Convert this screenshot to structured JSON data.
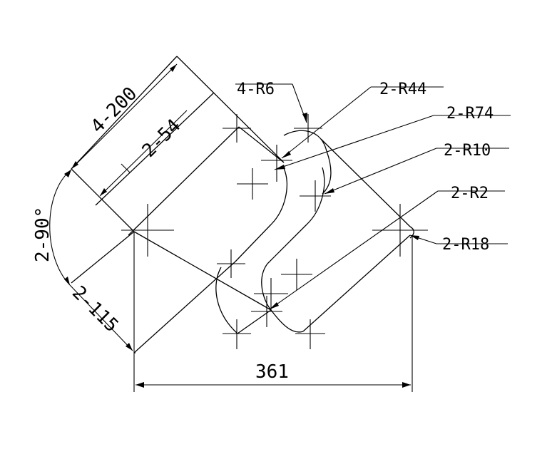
{
  "labels": {
    "r6": "4-R6",
    "r44": "2-R44",
    "r74": "2-R74",
    "r10": "2-R10",
    "r2": "2-R2",
    "r18": "2-R18"
  },
  "dimensions": {
    "d200": "4-200",
    "d54": "2-54",
    "d90": "2-90°",
    "d115": "2-115",
    "d361": "361"
  },
  "colors": {
    "line": "#000000",
    "background": "#ffffff"
  }
}
